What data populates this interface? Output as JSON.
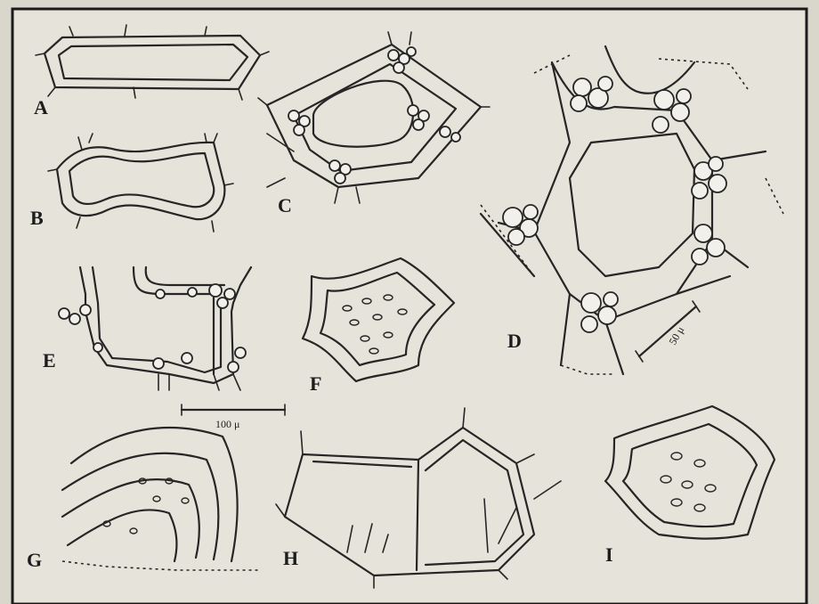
{
  "figure": {
    "panels": [
      {
        "id": "A",
        "label": "A"
      },
      {
        "id": "B",
        "label": "B"
      },
      {
        "id": "C",
        "label": "C"
      },
      {
        "id": "D",
        "label": "D"
      },
      {
        "id": "E",
        "label": "E"
      },
      {
        "id": "F",
        "label": "F"
      },
      {
        "id": "G",
        "label": "G"
      },
      {
        "id": "H",
        "label": "H"
      },
      {
        "id": "I",
        "label": "I"
      }
    ],
    "scale_bars": [
      {
        "id": "scale-100",
        "text": "100 μ"
      },
      {
        "id": "scale-50",
        "text": "50 μ"
      }
    ]
  },
  "colors": {
    "paper": "#e4e1d8",
    "ink": "#262626",
    "border": "#1a1a1a"
  }
}
